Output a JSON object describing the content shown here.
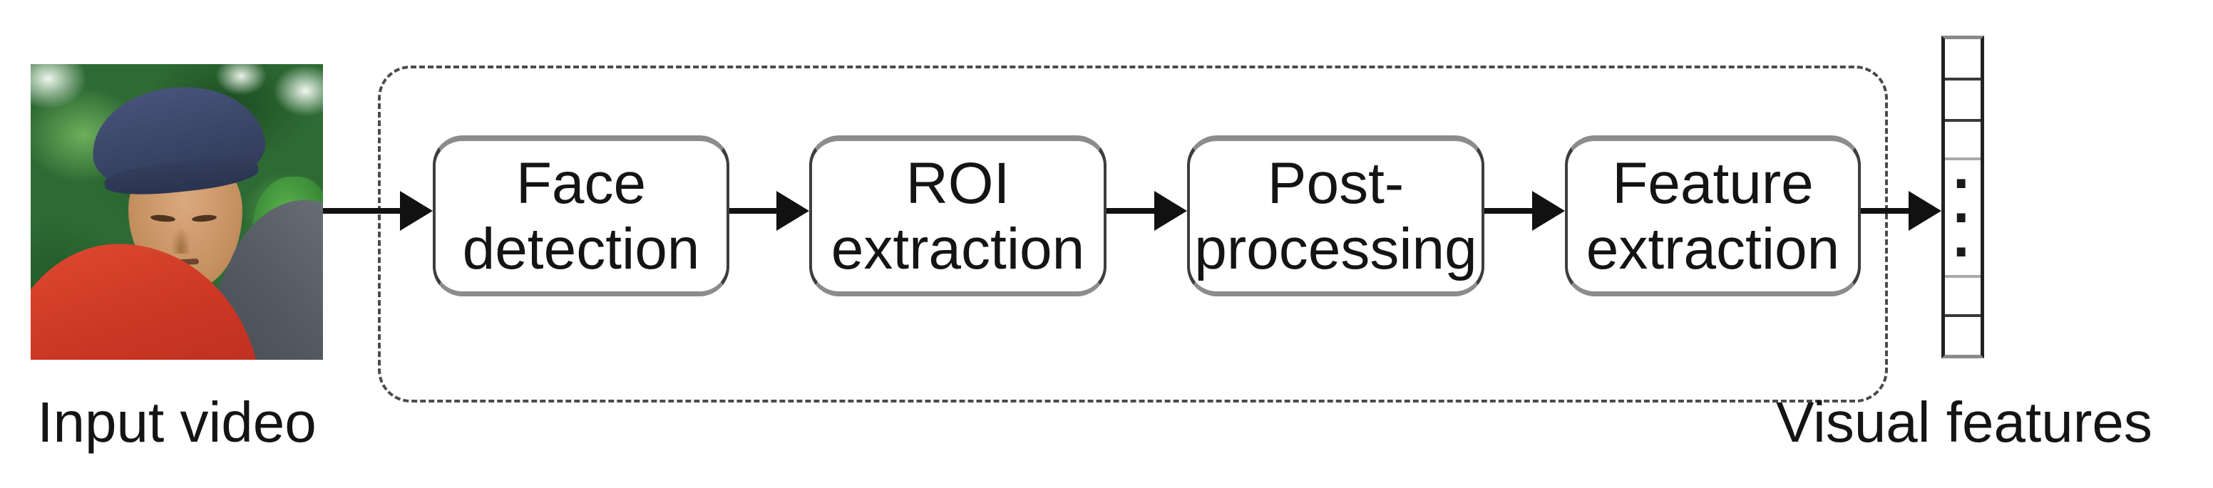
{
  "figure": {
    "input": {
      "label": "Input video",
      "photo_description": "video frame: elderly person wearing a dark blue knit cap and red sweater with a gray wrap over one shoulder, green foliage background"
    },
    "pipeline_boxes": [
      {
        "label": "Face\ndetection"
      },
      {
        "label": "ROI\nextraction"
      },
      {
        "label": "Post-\nprocessing"
      },
      {
        "label": "Feature\nextraction"
      }
    ],
    "output": {
      "label": "Visual features",
      "vector": {
        "cell_heights": [
          55,
          60,
          55,
          168,
          57,
          58
        ],
        "divider_colors": [
          "#3a3a3a",
          "#3a3a3a",
          "#aaaaaa",
          "#aaaaaa",
          "#3a3a3a"
        ],
        "dots_cell_index": 3,
        "dots": [
          "·",
          "·",
          "·"
        ]
      }
    }
  },
  "colors": {
    "arrow": "#111111",
    "text": "#141414",
    "box_border_dark": "#3d3d3d",
    "box_border_gray": "#8c8c8c",
    "box_fill": "#ffffff",
    "dashed_border": "#4b4b4b",
    "vector_side": "#222222",
    "vector_cap": "#8a8a8a",
    "photo_cap": "#3a4466",
    "photo_sweater": "#c93523",
    "photo_face": "#c5905f",
    "photo_wrap": "#565b63",
    "photo_foliage": "#2e6b34"
  }
}
